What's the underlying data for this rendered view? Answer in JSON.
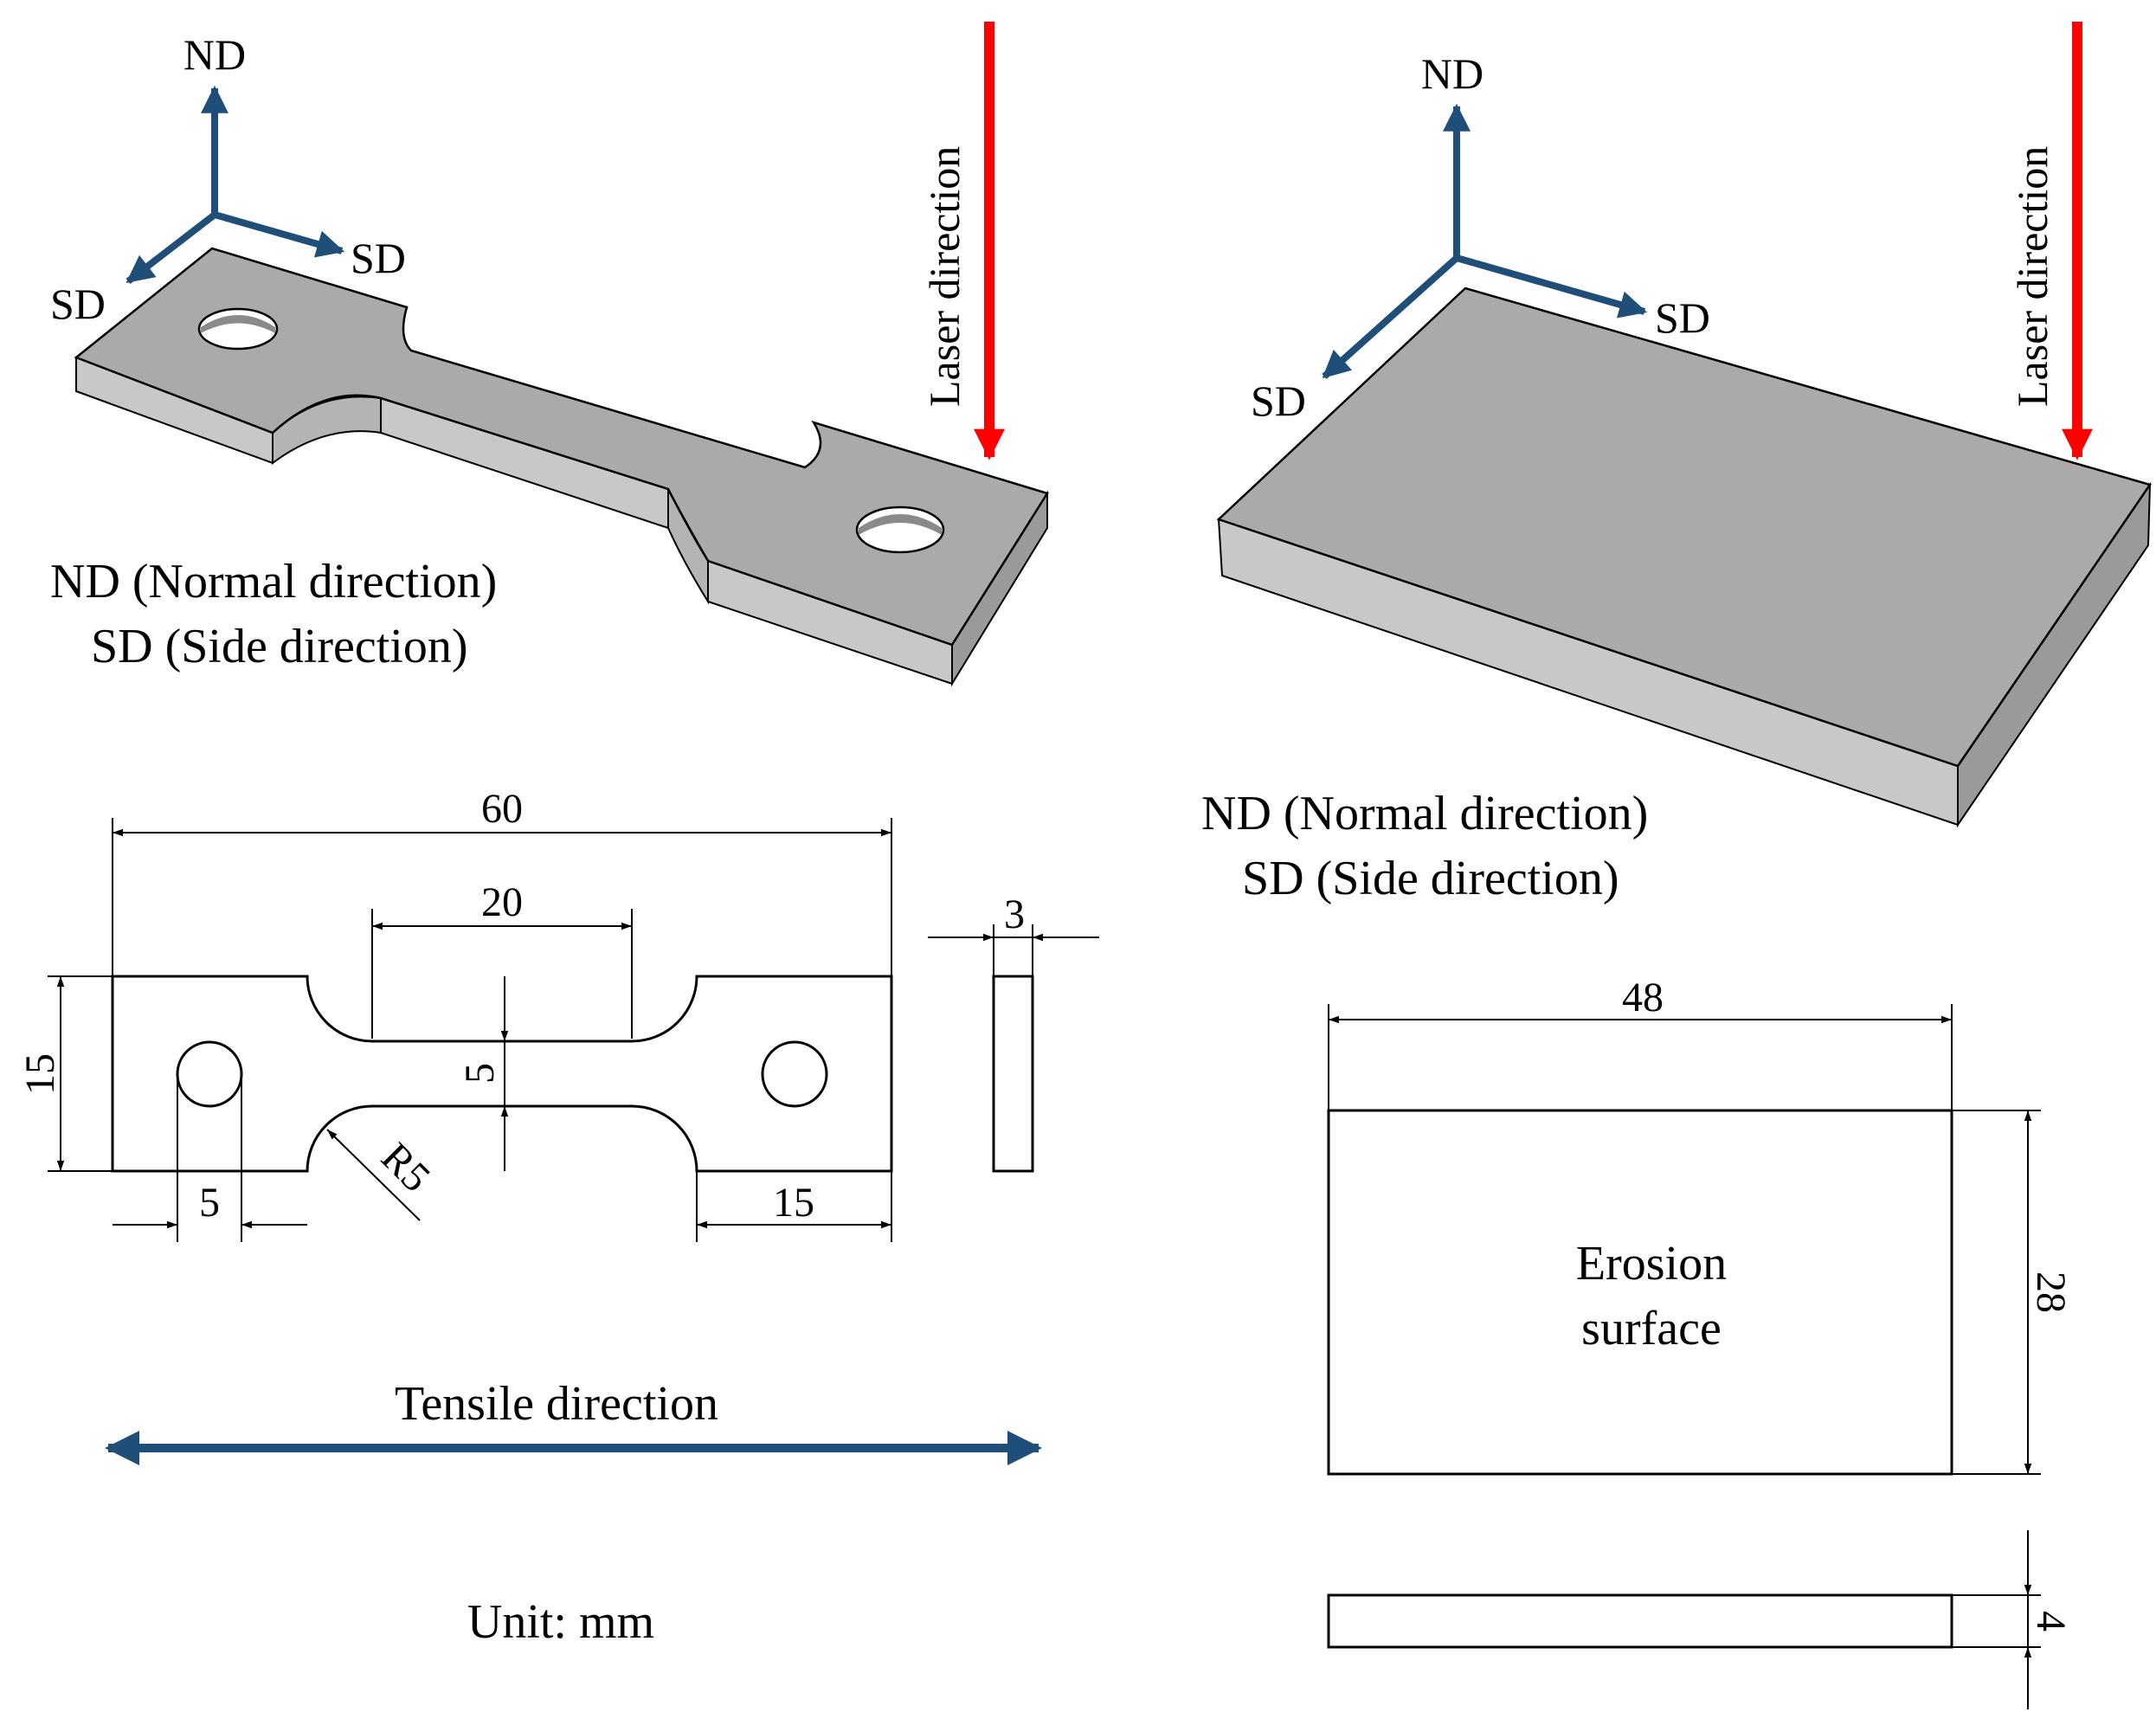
{
  "colors": {
    "axis_arrow": "#1f4e79",
    "laser_arrow": "#ff0000",
    "solid_top": "#aaaaaa",
    "solid_front": "#c8c8c8",
    "solid_side": "#9a9a9a",
    "outline": "#000000"
  },
  "tensile_specimen": {
    "axes": {
      "normal": "ND",
      "side_right": "SD",
      "side_left": "SD"
    },
    "laser_label": "Laser direction",
    "legend_line1": "ND (Normal direction)",
    "legend_line2": "SD (Side direction)",
    "dims": {
      "total_length": "60",
      "gauge_length": "20",
      "thickness": "3",
      "width": "15",
      "gauge_width": "5",
      "hole_diameter": "5",
      "fillet_radius": "R5",
      "grip_length": "15"
    },
    "tensile_label": "Tensile direction",
    "unit_label": "Unit: mm"
  },
  "erosion_specimen": {
    "axes": {
      "normal": "ND",
      "side_right": "SD",
      "side_left": "SD"
    },
    "laser_label": "Laser direction",
    "legend_line1": "ND (Normal direction)",
    "legend_line2": "SD (Side direction)",
    "dims": {
      "length": "48",
      "width": "28",
      "thickness": "4"
    },
    "surface_line1": "Erosion",
    "surface_line2": "surface"
  }
}
